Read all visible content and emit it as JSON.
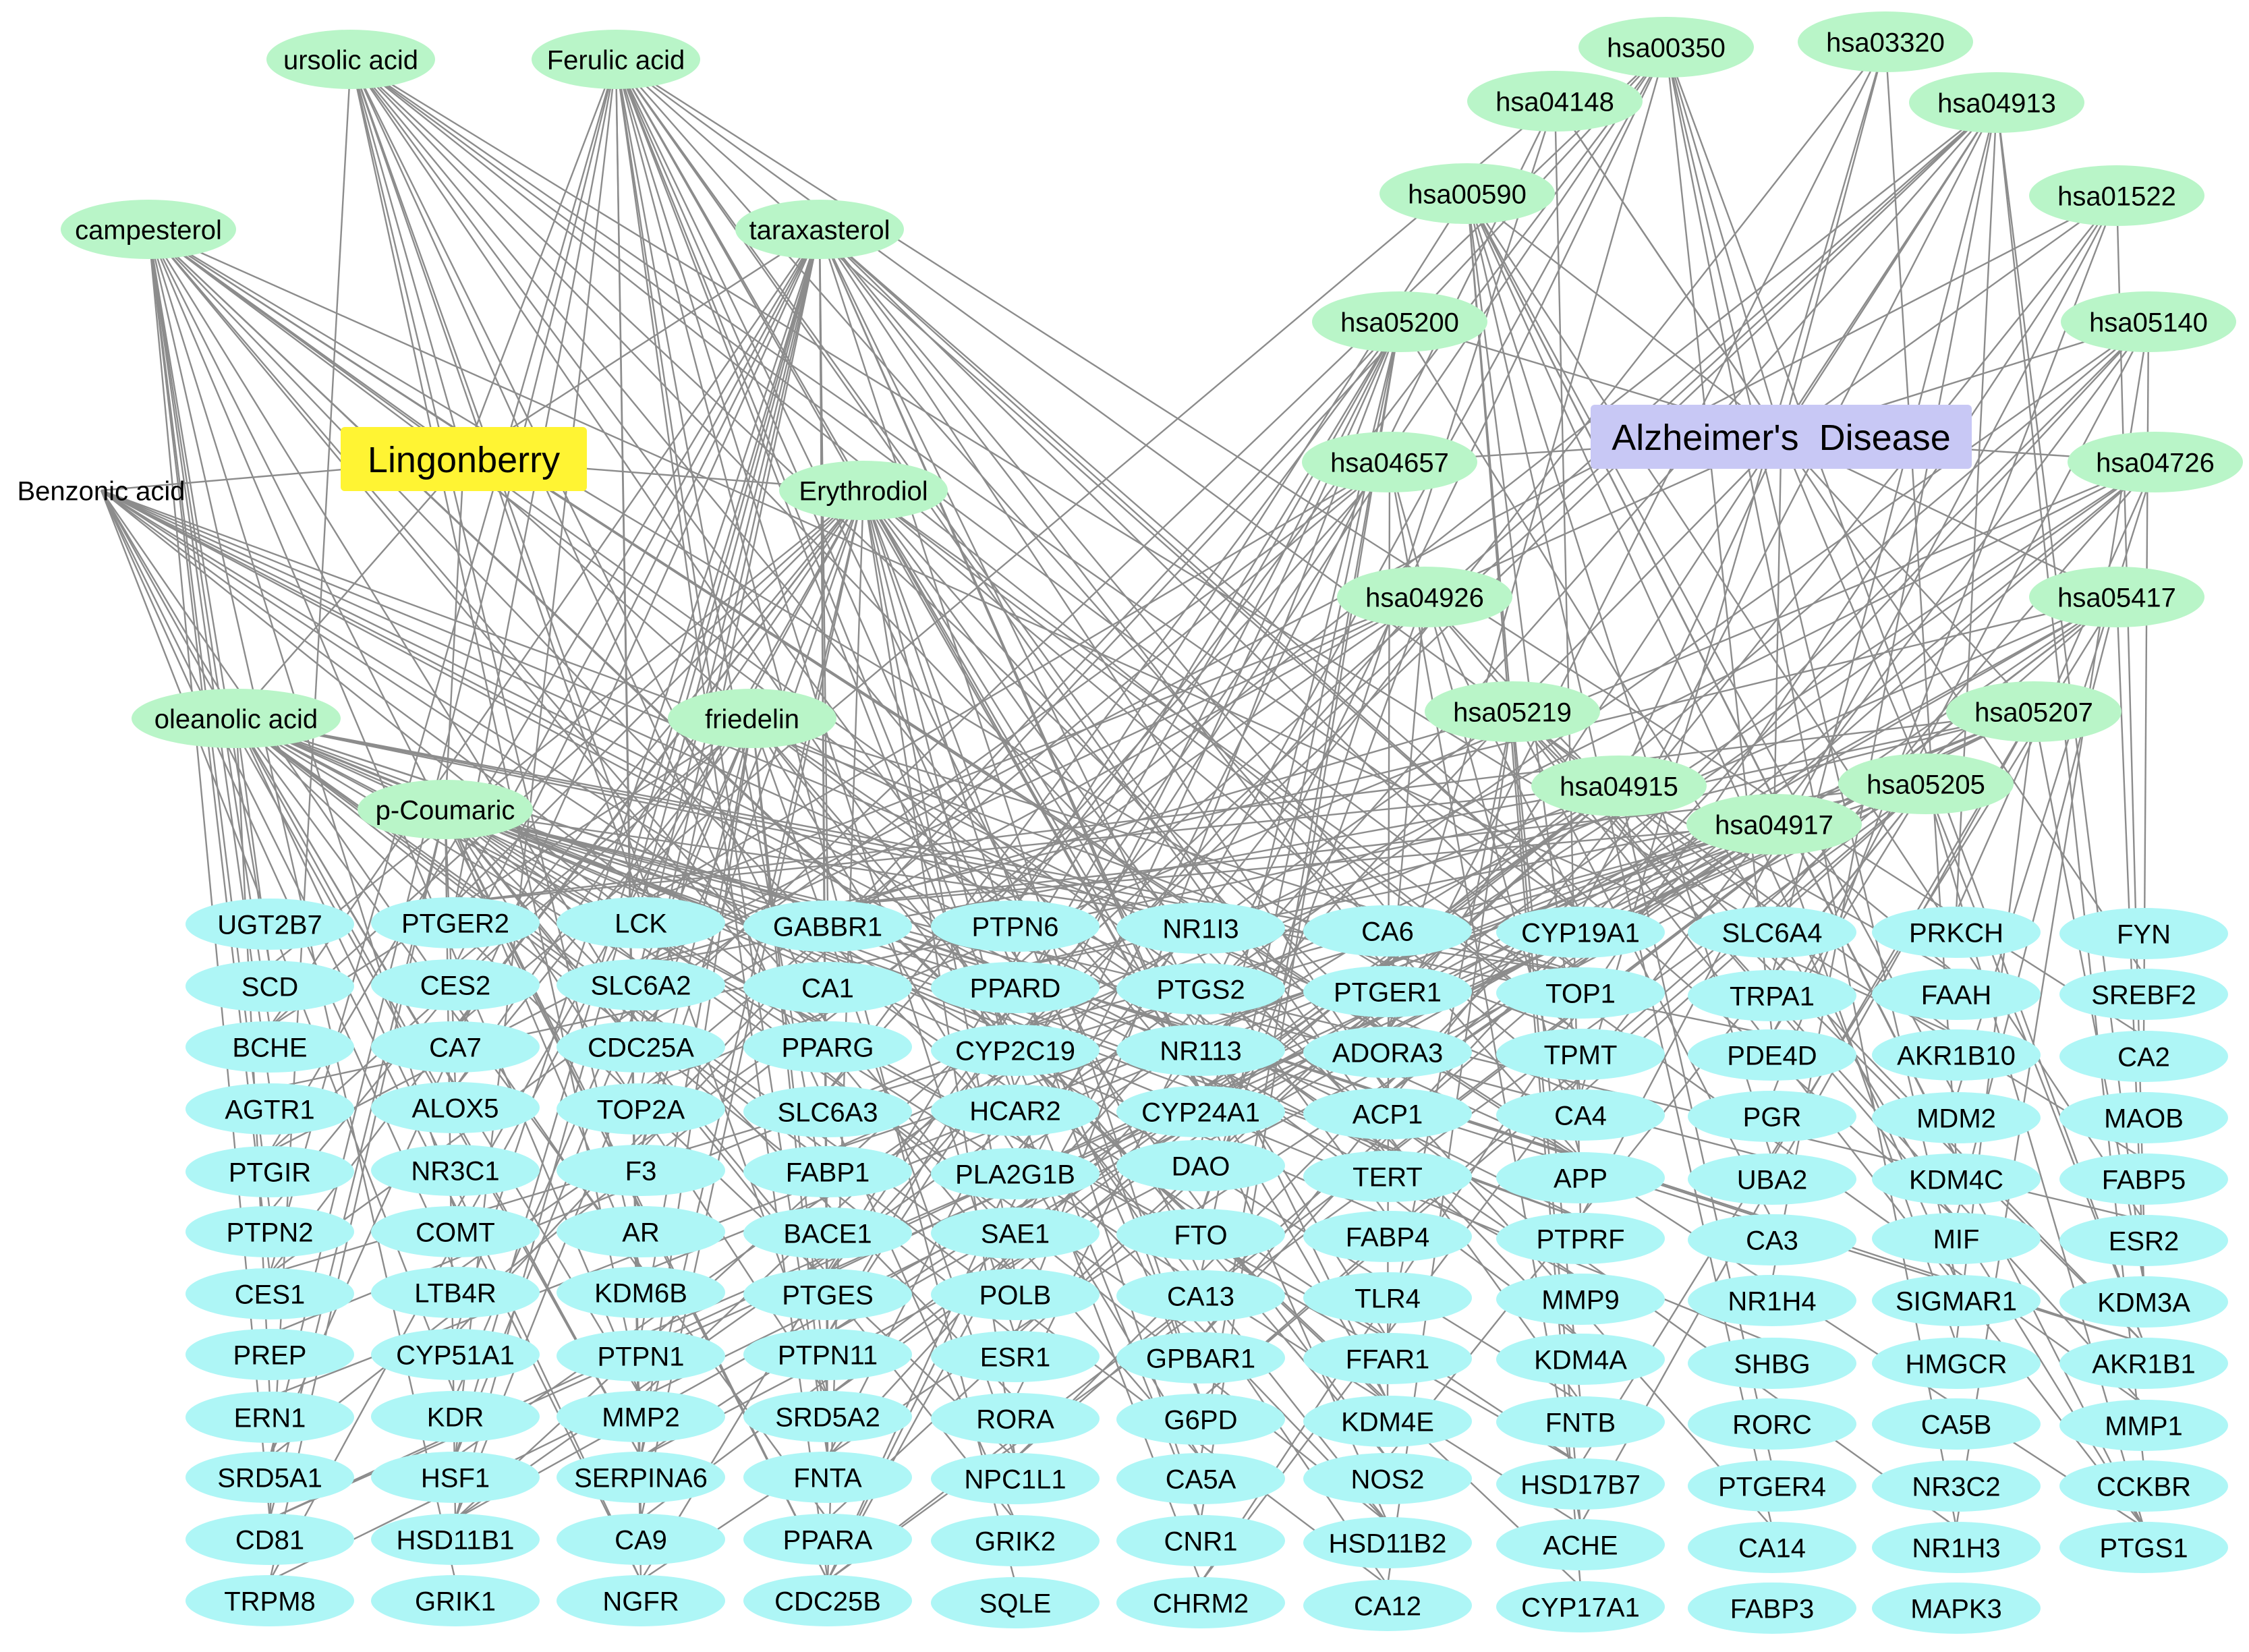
{
  "colors": {
    "edge": "#8c8c8c",
    "compound": "#b9f5c8",
    "pathway": "#b9f5c8",
    "target": "#aef6f6",
    "herb": "#fff433",
    "disease": "#c8c8f5"
  },
  "herb": {
    "label": "Lingonberry"
  },
  "disease": {
    "label": "Alzheimer's  Disease"
  },
  "compounds": [
    "ursolic acid",
    "Ferulic acid",
    "campesterol",
    "taraxasterol",
    "Benzonic acid",
    "Erythrodiol",
    "oleanolic acid",
    "friedelin",
    "p-Coumaric"
  ],
  "pathways": [
    "hsa00350",
    "hsa03320",
    "hsa04148",
    "hsa04913",
    "hsa00590",
    "hsa01522",
    "hsa05200",
    "hsa05140",
    "hsa04657",
    "hsa04726",
    "hsa04926",
    "hsa05417",
    "hsa05219",
    "hsa05207",
    "hsa04915",
    "hsa05205",
    "hsa04917"
  ],
  "target_columns": [
    [
      "UGT2B7",
      "SCD",
      "BCHE",
      "AGTR1",
      "PTGIR",
      "PTPN2",
      "CES1",
      "PREP",
      "ERN1",
      "SRD5A1",
      "CD81",
      "TRPM8"
    ],
    [
      "PTGER2",
      "CES2",
      "CA7",
      "ALOX5",
      "NR3C1",
      "COMT",
      "LTB4R",
      "CYP51A1",
      "KDR",
      "HSF1",
      "HSD11B1",
      "GRIK1"
    ],
    [
      "LCK",
      "SLC6A2",
      "CDC25A",
      "TOP2A",
      "F3",
      "AR",
      "KDM6B",
      "PTPN1",
      "MMP2",
      "SERPINA6",
      "CA9",
      "NGFR"
    ],
    [
      "GABBR1",
      "CA1",
      "PPARG",
      "SLC6A3",
      "FABP1",
      "BACE1",
      "PTGES",
      "PTPN11",
      "SRD5A2",
      "FNTA",
      "PPARA",
      "CDC25B"
    ],
    [
      "PTPN6",
      "PPARD",
      "CYP2C19",
      "HCAR2",
      "PLA2G1B",
      "SAE1",
      "POLB",
      "ESR1",
      "RORA",
      "NPC1L1",
      "GRIK2",
      "SQLE"
    ],
    [
      "NR1I3",
      "PTGS2",
      "NR113",
      "CYP24A1",
      "DAO",
      "FTO",
      "CA13",
      "GPBAR1",
      "G6PD",
      "CA5A",
      "CNR1",
      "CHRM2"
    ],
    [
      "CA6",
      "PTGER1",
      "ADORA3",
      "ACP1",
      "TERT",
      "FABP4",
      "TLR4",
      "FFAR1",
      "KDM4E",
      "NOS2",
      "HSD11B2",
      "CA12"
    ],
    [
      "CYP19A1",
      "TOP1",
      "TPMT",
      "CA4",
      "APP",
      "PTPRF",
      "MMP9",
      "KDM4A",
      "FNTB",
      "HSD17B7",
      "ACHE",
      "CYP17A1"
    ],
    [
      "SLC6A4",
      "TRPA1",
      "PDE4D",
      "PGR",
      "UBA2",
      "CA3",
      "NR1H4",
      "SHBG",
      "RORC",
      "PTGER4",
      "CA14",
      "FABP3"
    ],
    [
      "PRKCH",
      "FAAH",
      "AKR1B10",
      "MDM2",
      "KDM4C",
      "MIF",
      "SIGMAR1",
      "HMGCR",
      "CA5B",
      "NR3C2",
      "NR1H3",
      "MAPK3"
    ],
    [
      "FYN",
      "SREBF2",
      "CA2",
      "MAOB",
      "FABP5",
      "ESR2",
      "KDM3A",
      "AKR1B1",
      "MMP1",
      "CCKBR",
      "PTGS1"
    ]
  ]
}
